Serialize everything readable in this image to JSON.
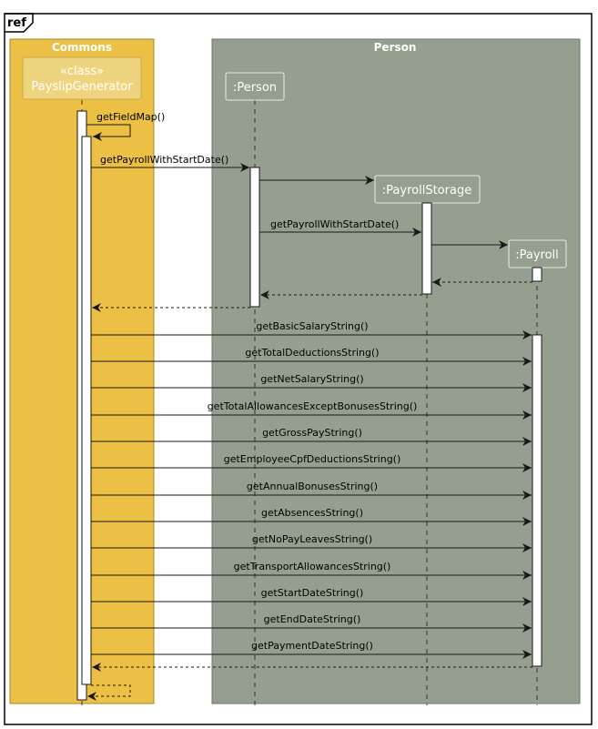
{
  "frame": {
    "label": "ref"
  },
  "groups": [
    {
      "id": "commons",
      "title": "Commons",
      "color": "#ECC044"
    },
    {
      "id": "person",
      "title": "Person",
      "color": "#949F8F"
    }
  ],
  "participants": [
    {
      "id": "payslip",
      "stereotype": "«class»",
      "name": "PayslipGenerator",
      "fill": "#EFD47F"
    },
    {
      "id": "person",
      "stereotype": "",
      "name": ":Person",
      "fill": "#949F8F"
    },
    {
      "id": "storage",
      "stereotype": "",
      "name": ":PayrollStorage",
      "fill": "#949F8F"
    },
    {
      "id": "payroll",
      "stereotype": "",
      "name": ":Payroll",
      "fill": "#949F8F"
    }
  ],
  "messages": [
    {
      "label": "getFieldMap()",
      "from": "payslip",
      "to": "payslip",
      "kind": "self"
    },
    {
      "label": "getPayrollWithStartDate()",
      "from": "payslip",
      "to": "person",
      "kind": "call"
    },
    {
      "label": "",
      "from": "person",
      "to": "storage",
      "kind": "create"
    },
    {
      "label": "getPayrollWithStartDate()",
      "from": "person",
      "to": "storage",
      "kind": "call"
    },
    {
      "label": "",
      "from": "storage",
      "to": "payroll",
      "kind": "create"
    },
    {
      "label": "",
      "from": "payroll",
      "to": "storage",
      "kind": "return"
    },
    {
      "label": "",
      "from": "storage",
      "to": "person",
      "kind": "return"
    },
    {
      "label": "",
      "from": "person",
      "to": "payslip",
      "kind": "return"
    },
    {
      "label": "getBasicSalaryString()",
      "from": "payslip",
      "to": "payroll",
      "kind": "call"
    },
    {
      "label": "getTotalDeductionsString()",
      "from": "payslip",
      "to": "payroll",
      "kind": "call"
    },
    {
      "label": "getNetSalaryString()",
      "from": "payslip",
      "to": "payroll",
      "kind": "call"
    },
    {
      "label": "getTotalAllowancesExceptBonusesString()",
      "from": "payslip",
      "to": "payroll",
      "kind": "call"
    },
    {
      "label": "getGrossPayString()",
      "from": "payslip",
      "to": "payroll",
      "kind": "call"
    },
    {
      "label": "getEmployeeCpfDeductionsString()",
      "from": "payslip",
      "to": "payroll",
      "kind": "call"
    },
    {
      "label": "getAnnualBonusesString()",
      "from": "payslip",
      "to": "payroll",
      "kind": "call"
    },
    {
      "label": "getAbsencesString()",
      "from": "payslip",
      "to": "payroll",
      "kind": "call"
    },
    {
      "label": "getNoPayLeavesString()",
      "from": "payslip",
      "to": "payroll",
      "kind": "call"
    },
    {
      "label": "getTransportAllowancesString()",
      "from": "payslip",
      "to": "payroll",
      "kind": "call"
    },
    {
      "label": "getStartDateString()",
      "from": "payslip",
      "to": "payroll",
      "kind": "call"
    },
    {
      "label": "getEndDateString()",
      "from": "payslip",
      "to": "payroll",
      "kind": "call"
    },
    {
      "label": "getPaymentDateString()",
      "from": "payslip",
      "to": "payroll",
      "kind": "call"
    },
    {
      "label": "",
      "from": "payroll",
      "to": "payslip",
      "kind": "return"
    },
    {
      "label": "",
      "from": "payslip",
      "to": "payslip",
      "kind": "self-return"
    }
  ]
}
